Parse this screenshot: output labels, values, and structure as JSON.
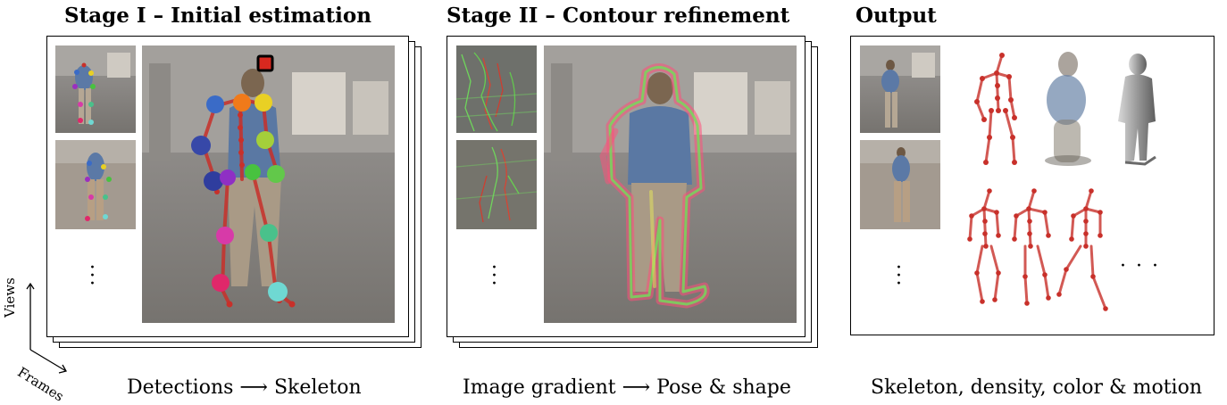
{
  "stages": [
    {
      "title": "Stage I – Initial estimation",
      "caption": "Detections ⟶ Skeleton"
    },
    {
      "title": "Stage II – Contour refinement",
      "caption": "Image gradient ⟶ Pose & shape"
    },
    {
      "title": "Output",
      "caption": "Skeleton, density, color & motion"
    }
  ],
  "axes": {
    "views": "Views",
    "frames": "Frames"
  },
  "ellipsis": "· · ·",
  "colors": {
    "skeleton": "#c8302a",
    "background_scene": "#8c8a88"
  }
}
